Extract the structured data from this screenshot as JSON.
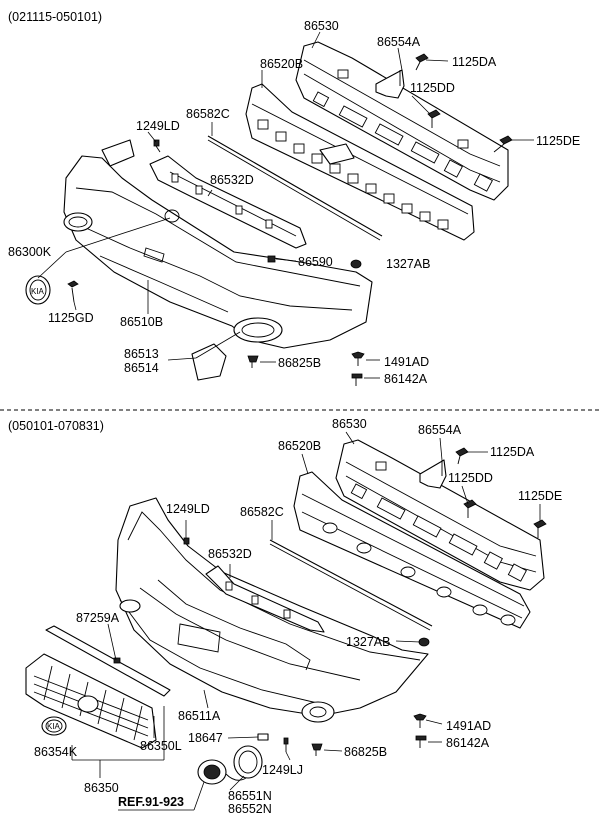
{
  "sections": [
    {
      "date_range": "(021115-050101)",
      "labels": {
        "p86530": "86530",
        "p86554A": "86554A",
        "p1125DA": "1125DA",
        "p86520B": "86520B",
        "p1125DD": "1125DD",
        "p86582C": "86582C",
        "p1249LD": "1249LD",
        "p1125DE": "1125DE",
        "p86532D": "86532D",
        "p86300K": "86300K",
        "p86590": "86590",
        "p1327AB": "1327AB",
        "p1125GD": "1125GD",
        "p86510B": "86510B",
        "p86513": "86513",
        "p86514": "86514",
        "p86825B": "86825B",
        "p1491AD": "1491AD",
        "p86142A": "86142A"
      }
    },
    {
      "date_range": "(050101-070831)",
      "labels": {
        "p86530": "86530",
        "p86554A": "86554A",
        "p86520B": "86520B",
        "p1125DA": "1125DA",
        "p1125DD": "1125DD",
        "p1249LD": "1249LD",
        "p86582C": "86582C",
        "p1125DE": "1125DE",
        "p86532D": "86532D",
        "p87259A": "87259A",
        "p1327AB": "1327AB",
        "p86511A": "86511A",
        "p1491AD": "1491AD",
        "p18647": "18647",
        "p86354K": "86354K",
        "p86350L": "86350L",
        "p86825B": "86825B",
        "p86142A": "86142A",
        "p1249LJ": "1249LJ",
        "p86350": "86350",
        "ref": "REF.91-923",
        "p86551N": "86551N",
        "p86552N": "86552N"
      }
    }
  ]
}
